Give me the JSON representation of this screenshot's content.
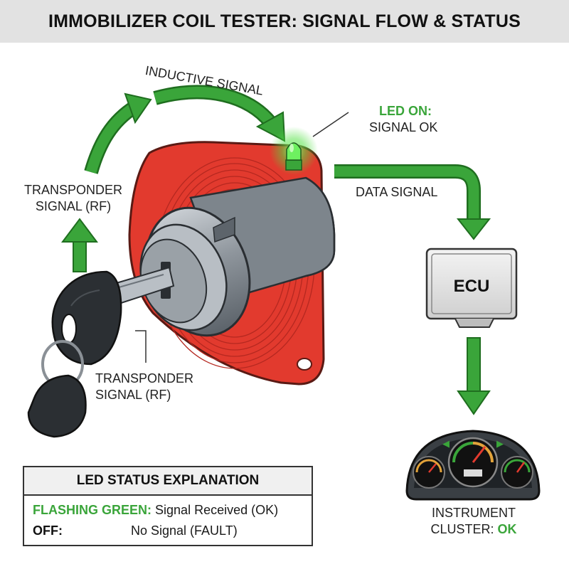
{
  "title": "IMMOBILIZER COIL TESTER: SIGNAL FLOW & STATUS",
  "labels": {
    "inductive_signal": "INDUCTIVE SIGNAL",
    "led_on": "LED ON:",
    "signal_ok": "SIGNAL OK",
    "transponder_top_line1": "TRANSPONDER",
    "transponder_top_line2": "SIGNAL (RF)",
    "data_signal": "DATA SIGNAL",
    "ecu": "ECU",
    "transponder_bottom_line1": "TRANSPONDER",
    "transponder_bottom_line2": "SIGNAL (RF)",
    "cluster_line1": "INSTRUMENT",
    "cluster_line2_prefix": "CLUSTER: ",
    "cluster_line2_status": "OK"
  },
  "legend": {
    "heading": "LED STATUS EXPLANATION",
    "rows": [
      {
        "key": "FLASHING GREEN:",
        "value": "Signal Received (OK)"
      },
      {
        "key": "OFF:",
        "value": "No Signal (FAULT)"
      }
    ]
  },
  "colors": {
    "arrow_green": "#3aa53a",
    "status_green": "#3aa53a",
    "coil_red": "#e23a2e",
    "led_green": "#55e04a"
  }
}
